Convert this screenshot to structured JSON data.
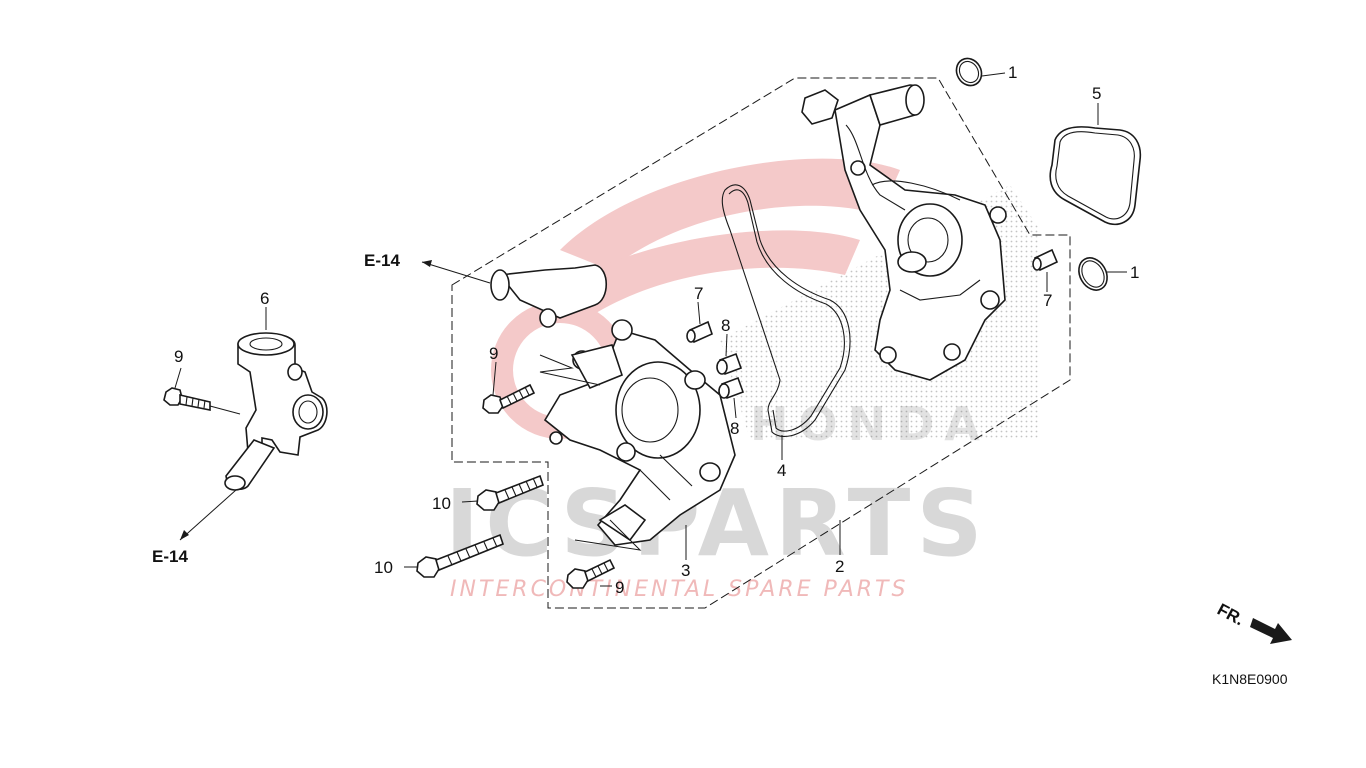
{
  "diagram": {
    "refs": {
      "e14_top": "E-14",
      "e14_left": "E-14"
    },
    "callouts": {
      "c1a": "1",
      "c1b": "1",
      "c2": "2",
      "c3": "3",
      "c4": "4",
      "c5": "5",
      "c6": "6",
      "c7a": "7",
      "c7b": "7",
      "c8a": "8",
      "c8b": "8",
      "c9a": "9",
      "c9b": "9",
      "c9c": "9",
      "c10a": "10",
      "c10b": "10"
    },
    "direction_label": "FR.",
    "diagram_code": "K1N8E0900",
    "watermark": {
      "main": "ICSPARTS",
      "tagline": "INTERCONTINENTAL SPARE PARTS",
      "brand": "HONDA"
    },
    "colors": {
      "line": "#1a1a1a",
      "watermark_red": "#e8a0a0",
      "watermark_grey": "#d8d8d8"
    }
  }
}
